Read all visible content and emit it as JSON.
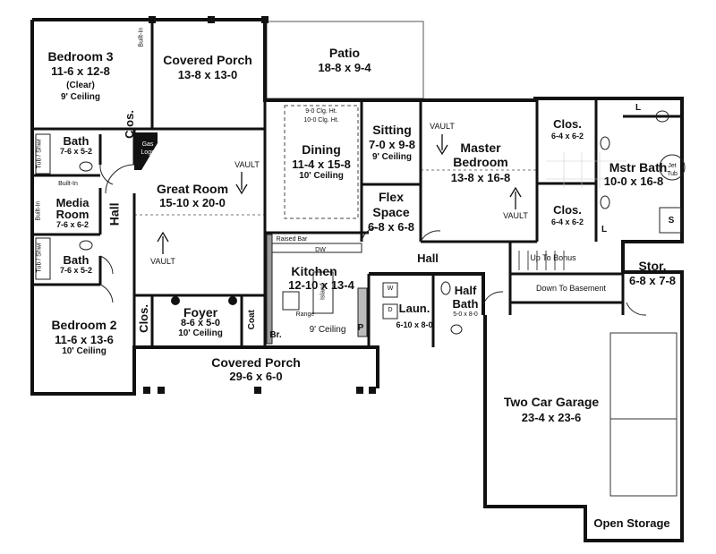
{
  "rooms": {
    "bedroom3": {
      "name": "Bedroom 3",
      "dims": "11-6 x 12-8",
      "note1": "(Clear)",
      "note2": "9' Ceiling"
    },
    "covered_porch_top": {
      "name": "Covered Porch",
      "dims": "13-8 x 13-0"
    },
    "patio": {
      "name": "Patio",
      "dims": "18-8 x 9-4"
    },
    "dining": {
      "name": "Dining",
      "dims": "11-4 x 15-8",
      "note": "10' Ceiling",
      "clg1": "9-0 Clg. Ht.",
      "clg2": "10-0 Clg. Ht."
    },
    "sitting": {
      "name": "Sitting",
      "dims": "7-0 x 9-8",
      "note": "9' Ceiling"
    },
    "master_bedroom": {
      "name1": "Master",
      "name2": "Bedroom",
      "dims": "13-8 x 16-8"
    },
    "clos_master_top": {
      "name": "Clos.",
      "dims": "6-4 x 6-2"
    },
    "clos_master_bottom": {
      "name": "Clos.",
      "dims": "6-4 x 6-2"
    },
    "mstr_bath": {
      "name": "Mstr Bath",
      "dims": "10-0 x 16-8"
    },
    "bath_upper": {
      "name": "Bath",
      "dims": "7-6 x 5-2"
    },
    "media_room": {
      "name1": "Media",
      "name2": "Room",
      "dims": "7-6 x 6-2"
    },
    "bath_lower": {
      "name": "Bath",
      "dims": "7-6 x 5-2"
    },
    "great_room": {
      "name": "Great Room",
      "dims": "15-10 x 20-0"
    },
    "flex_space": {
      "name1": "Flex",
      "name2": "Space",
      "dims": "6-8 x 6-8"
    },
    "hall_left": {
      "name": "Hall"
    },
    "hall_center": {
      "name": "Hall"
    },
    "kitchen": {
      "name": "Kitchen",
      "dims": "12-10 x 13-4",
      "note": "9' Ceiling"
    },
    "stor": {
      "name": "Stor.",
      "dims": "6-8 x 7-8"
    },
    "foyer": {
      "name": "Foyer",
      "dims": "8-6 x 5-0",
      "note": "10' Ceiling"
    },
    "laun": {
      "name": "Laun.",
      "dims": "6-10 x 8-0"
    },
    "half_bath": {
      "name1": "Half",
      "name2": "Bath",
      "dims": "5-0 x 8-0"
    },
    "bedroom2": {
      "name": "Bedroom 2",
      "dims": "11-6 x 13-6",
      "note": "10' Ceiling"
    },
    "covered_porch_bottom": {
      "name": "Covered Porch",
      "dims": "29-6 x 6-0"
    },
    "garage": {
      "name": "Two Car Garage",
      "dims": "23-4 x 23-6"
    },
    "open_storage": {
      "name": "Open Storage"
    }
  },
  "labels": {
    "vault": "VAULT",
    "clos": "Clos.",
    "coat": "Coat",
    "built_in": "Built-In",
    "gas_logs1": "Gas",
    "gas_logs2": "Logs",
    "tub_shwr": "Tub / Shwr",
    "jet_tub1": "Jet",
    "jet_tub2": "Tub",
    "shower": "S",
    "linen": "L",
    "raised_bar": "Raised Bar",
    "dw": "DW",
    "range": "Range",
    "island": "Island",
    "pantry": "P",
    "broom": "Br.",
    "washer": "W",
    "dryer": "D",
    "up_to_bonus": "Up To Bonus",
    "down_to_basement": "Down To Basement"
  }
}
